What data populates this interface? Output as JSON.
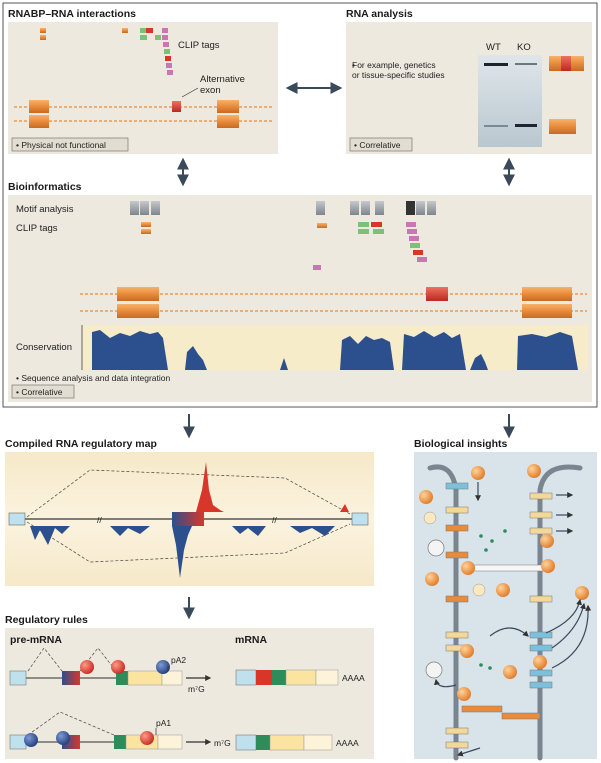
{
  "panels": {
    "rnabp": {
      "title": "RNABP–RNA interactions",
      "clip_label": "CLIP tags",
      "alt_exon_label": "Alternative\nexon",
      "badge": "Physical not functional"
    },
    "rna_analysis": {
      "title": "RNA analysis",
      "bullet": "For example, genetics\nor tissue-specific studies",
      "lane_wt": "WT",
      "lane_ko": "KO",
      "badge": "Correlative"
    },
    "bioinformatics": {
      "title": "Bioinformatics",
      "motif_label": "Motif analysis",
      "clip_label": "CLIP tags",
      "conservation_label": "Conservation",
      "bullet": "Sequence analysis and data integration",
      "badge": "Correlative"
    },
    "compiled_map": {
      "title": "Compiled RNA regulatory map"
    },
    "regulatory_rules": {
      "title": "Regulatory rules",
      "pre_mrna_label": "pre-mRNA",
      "mrna_label": "mRNA",
      "pa2_label": "pA2",
      "pa1_label": "pA1",
      "cap_label_1": "m⁷G",
      "cap_label_2": "m⁷G",
      "polya_1": "AAAA",
      "polya_2": "AAAA"
    },
    "biological_insights": {
      "title": "Biological insights"
    }
  },
  "colors": {
    "panel_bg": "#ede9df",
    "exon_orange": "#e98b3c",
    "alt_exon_red": "#d9362b",
    "clip_pink": "#c877b4",
    "clip_green": "#7cc07a",
    "conservation_blue": "#2c4f8e",
    "intron_line": "#e98b3c",
    "arrow": "#3a4a5a",
    "cell_bg": "#d8e3ea"
  }
}
